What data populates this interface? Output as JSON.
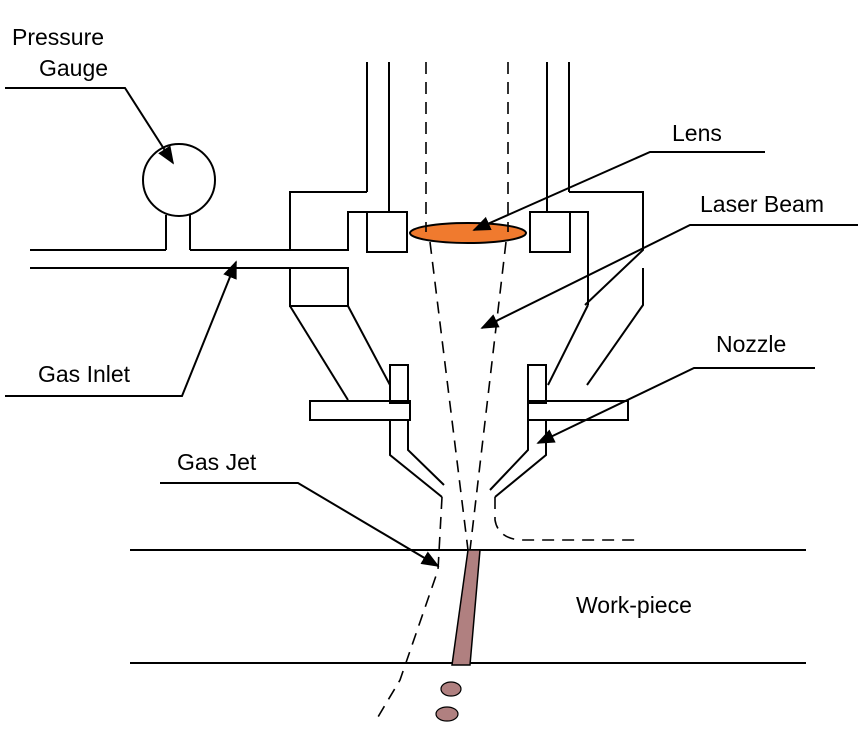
{
  "labels": {
    "pressure_gauge_line1": "Pressure",
    "pressure_gauge_line2": "Gauge",
    "lens": "Lens",
    "laser_beam": "Laser Beam",
    "nozzle": "Nozzle",
    "gas_inlet": "Gas Inlet",
    "gas_jet": "Gas Jet",
    "work_piece": "Work-piece"
  },
  "colors": {
    "lens_fill": "#f07a2e",
    "kerf_fill": "#b08080",
    "line": "#000000"
  }
}
